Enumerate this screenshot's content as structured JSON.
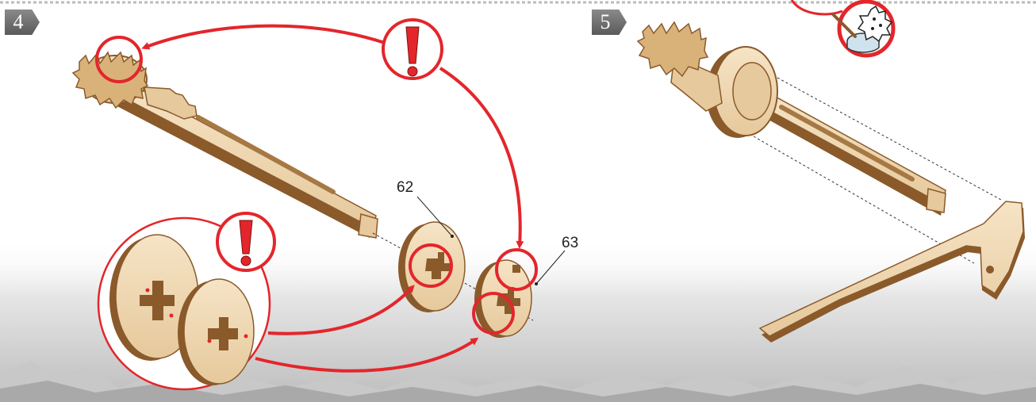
{
  "steps": [
    {
      "number": "4"
    },
    {
      "number": "5"
    }
  ],
  "parts": {
    "disc_a": "62",
    "disc_b": "63"
  },
  "icons": {
    "warning": "exclamation-icon",
    "glue": "glue-pot-icon"
  },
  "colors": {
    "highlight_red": "#e3262b",
    "wood_light": "#f0d9b5",
    "wood_edge": "#8a5a2b",
    "background_texture": "#d9d9d9"
  }
}
